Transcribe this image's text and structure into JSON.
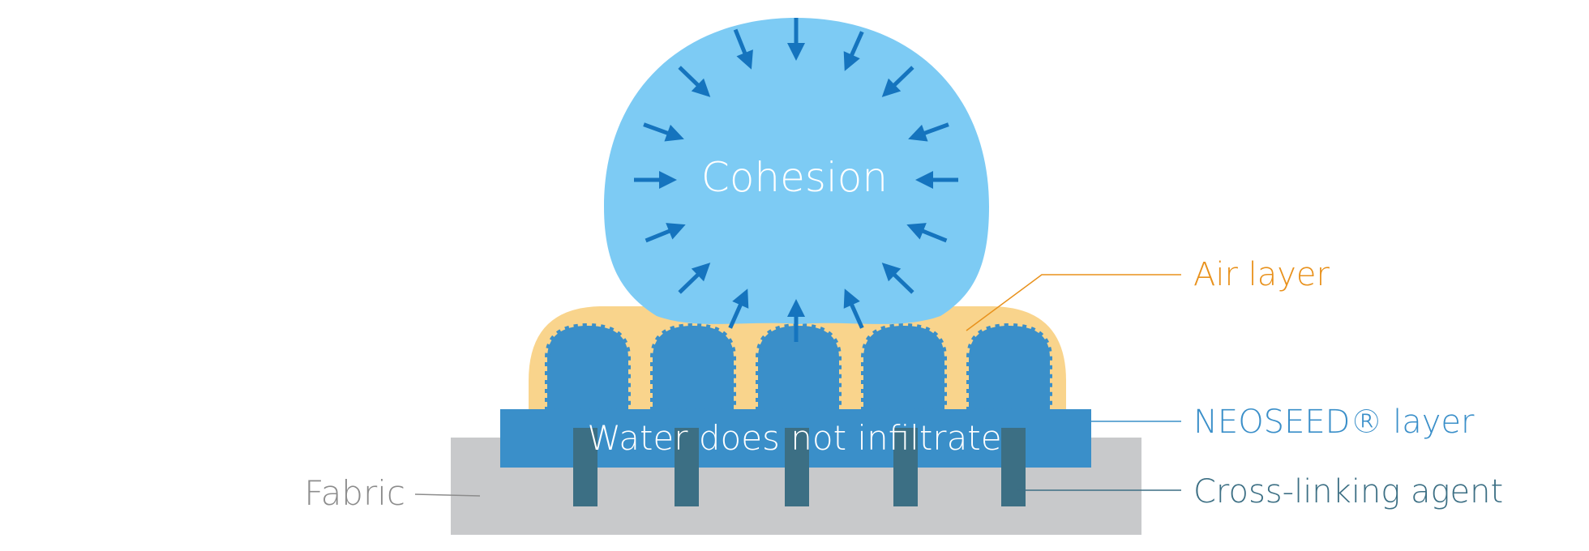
{
  "labels": {
    "cohesion": "Cohesion",
    "water_does_not_infiltrate": "Water does not infiltrate",
    "air_layer": "Air layer",
    "neoseed_layer": "NEOSEED® layer",
    "cross_linking_agent": "Cross-linking agent",
    "fabric": "Fabric"
  },
  "colors": {
    "droplet": "#7DCBF4",
    "arrow": "#1574BE",
    "air_layer": "#F9D48C",
    "neoseed_layer": "#3A8FC9",
    "cross_linking_agent": "#3C6F84",
    "fabric": "#C8C9CB",
    "air_label": "#E8911C",
    "neoseed_label": "#3A8FC9",
    "crosslink_label": "#3C6F84",
    "fabric_label": "#8C8C8C"
  }
}
